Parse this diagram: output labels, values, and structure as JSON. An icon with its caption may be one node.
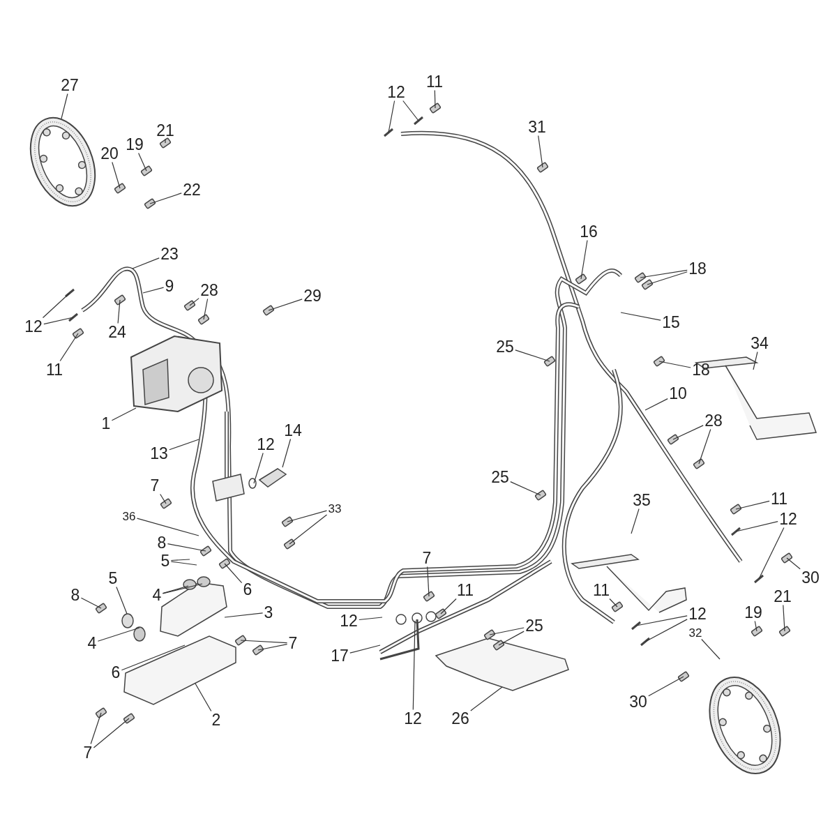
{
  "diagram": {
    "nodes": [
      {
        "text": [
          "27"
        ]
      },
      {
        "text": [
          "21"
        ]
      },
      {
        "text": [
          "20"
        ]
      },
      {
        "text": [
          "19"
        ]
      },
      {
        "text": [
          "22"
        ]
      },
      {
        "text": [
          "23"
        ]
      },
      {
        "text": [
          "9"
        ]
      },
      {
        "text": [
          "28"
        ]
      },
      {
        "text": [
          "29"
        ]
      },
      {
        "text": [
          "12"
        ]
      },
      {
        "text": [
          "24"
        ]
      },
      {
        "text": [
          "11"
        ]
      },
      {
        "text": [
          "12"
        ]
      },
      {
        "text": [
          "11"
        ]
      },
      {
        "text": [
          "31"
        ]
      },
      {
        "text": [
          "16"
        ]
      },
      {
        "text": [
          "18"
        ]
      },
      {
        "text": [
          "15"
        ]
      },
      {
        "text": [
          "25"
        ]
      },
      {
        "text": [
          "18"
        ]
      },
      {
        "text": [
          "34"
        ]
      },
      {
        "text": [
          "1"
        ]
      },
      {
        "text": [
          "13"
        ]
      },
      {
        "text": [
          "10"
        ]
      },
      {
        "text": [
          "28"
        ]
      },
      {
        "text": [
          "12"
        ]
      },
      {
        "text": [
          "14"
        ]
      },
      {
        "text": [
          "25"
        ]
      },
      {
        "text": [
          "7"
        ]
      },
      {
        "text": [
          "33"
        ]
      },
      {
        "text": [
          "36"
        ]
      },
      {
        "text": [
          "8"
        ]
      },
      {
        "text": [
          "5"
        ]
      },
      {
        "text": [
          "11"
        ]
      },
      {
        "text": [
          "12"
        ]
      },
      {
        "text": [
          "35"
        ]
      },
      {
        "text": [
          "4"
        ]
      },
      {
        "text": [
          "6"
        ]
      },
      {
        "text": [
          "5"
        ]
      },
      {
        "text": [
          "8"
        ]
      },
      {
        "text": [
          "3"
        ]
      },
      {
        "text": [
          "30"
        ]
      },
      {
        "text": [
          "7"
        ]
      },
      {
        "text": [
          "4"
        ]
      },
      {
        "text": [
          "7"
        ]
      },
      {
        "text": [
          "11"
        ]
      },
      {
        "text": [
          "12"
        ]
      },
      {
        "text": [
          "6"
        ]
      },
      {
        "text": [
          "17"
        ]
      },
      {
        "text": [
          "11"
        ]
      },
      {
        "text": [
          "12"
        ]
      },
      {
        "text": [
          "25"
        ]
      },
      {
        "text": [
          "19"
        ]
      },
      {
        "text": [
          "21"
        ]
      },
      {
        "text": [
          "32"
        ]
      },
      {
        "text": [
          "12"
        ]
      },
      {
        "text": [
          "2"
        ]
      },
      {
        "text": [
          "26"
        ]
      },
      {
        "text": [
          "30"
        ]
      },
      {
        "text": [
          "7"
        ]
      }
    ],
    "edges": [
      {
        "from": 0,
        "to": null,
        "arrow": "none"
      },
      {
        "from": 1,
        "to": null,
        "arrow": "none"
      },
      {
        "from": 2,
        "to": null,
        "arrow": "none"
      },
      {
        "from": 3,
        "to": null,
        "arrow": "none"
      },
      {
        "from": 4,
        "to": null,
        "arrow": "none"
      },
      {
        "from": 5,
        "to": null,
        "arrow": "none"
      },
      {
        "from": 6,
        "to": null,
        "arrow": "none"
      },
      {
        "from": 7,
        "to": null,
        "arrow": "none"
      },
      {
        "from": 7,
        "to": null,
        "arrow": "none"
      },
      {
        "from": 8,
        "to": null,
        "arrow": "none"
      },
      {
        "from": 9,
        "to": null,
        "arrow": "none"
      },
      {
        "from": 9,
        "to": null,
        "arrow": "none"
      },
      {
        "from": 10,
        "to": null,
        "arrow": "none"
      },
      {
        "from": 11,
        "to": null,
        "arrow": "none"
      },
      {
        "from": 12,
        "to": null,
        "arrow": "none"
      },
      {
        "from": 12,
        "to": null,
        "arrow": "none"
      },
      {
        "from": 13,
        "to": null,
        "arrow": "none"
      },
      {
        "from": 14,
        "to": null,
        "arrow": "none"
      },
      {
        "from": 15,
        "to": null,
        "arrow": "none"
      },
      {
        "from": 16,
        "to": null,
        "arrow": "none"
      },
      {
        "from": 16,
        "to": null,
        "arrow": "none"
      },
      {
        "from": 17,
        "to": null,
        "arrow": "none"
      },
      {
        "from": 18,
        "to": null,
        "arrow": "none"
      },
      {
        "from": 19,
        "to": null,
        "arrow": "none"
      },
      {
        "from": 20,
        "to": null,
        "arrow": "none"
      },
      {
        "from": 21,
        "to": null,
        "arrow": "none"
      },
      {
        "from": 22,
        "to": null,
        "arrow": "none"
      },
      {
        "from": 23,
        "to": null,
        "arrow": "none"
      },
      {
        "from": 24,
        "to": null,
        "arrow": "none"
      },
      {
        "from": 24,
        "to": null,
        "arrow": "none"
      },
      {
        "from": 25,
        "to": null,
        "arrow": "none"
      },
      {
        "from": 26,
        "to": null,
        "arrow": "none"
      },
      {
        "from": 27,
        "to": null,
        "arrow": "none"
      },
      {
        "from": 28,
        "to": null,
        "arrow": "none"
      },
      {
        "from": 29,
        "to": null,
        "arrow": "none"
      },
      {
        "from": 29,
        "to": null,
        "arrow": "none"
      },
      {
        "from": 30,
        "to": null,
        "arrow": "none"
      },
      {
        "from": 31,
        "to": null,
        "arrow": "none"
      },
      {
        "from": 32,
        "to": null,
        "arrow": "none"
      },
      {
        "from": 32,
        "to": null,
        "arrow": "none"
      },
      {
        "from": 33,
        "to": null,
        "arrow": "none"
      },
      {
        "from": 34,
        "to": null,
        "arrow": "none"
      },
      {
        "from": 34,
        "to": null,
        "arrow": "none"
      },
      {
        "from": 35,
        "to": null,
        "arrow": "none"
      },
      {
        "from": 36,
        "to": null,
        "arrow": "none"
      },
      {
        "from": 36,
        "to": null,
        "arrow": "none"
      },
      {
        "from": 37,
        "to": null,
        "arrow": "none"
      },
      {
        "from": 38,
        "to": null,
        "arrow": "none"
      },
      {
        "from": 39,
        "to": null,
        "arrow": "none"
      },
      {
        "from": 40,
        "to": null,
        "arrow": "none"
      },
      {
        "from": 41,
        "to": null,
        "arrow": "none"
      },
      {
        "from": 42,
        "to": null,
        "arrow": "none"
      },
      {
        "from": 42,
        "to": null,
        "arrow": "none"
      },
      {
        "from": 43,
        "to": null,
        "arrow": "none"
      },
      {
        "from": 44,
        "to": null,
        "arrow": "none"
      },
      {
        "from": 45,
        "to": null,
        "arrow": "none"
      },
      {
        "from": 46,
        "to": null,
        "arrow": "none"
      },
      {
        "from": 47,
        "to": null,
        "arrow": "none"
      },
      {
        "from": 48,
        "to": null,
        "arrow": "none"
      },
      {
        "from": 49,
        "to": null,
        "arrow": "none"
      },
      {
        "from": 50,
        "to": null,
        "arrow": "none"
      },
      {
        "from": 50,
        "to": null,
        "arrow": "none"
      },
      {
        "from": 51,
        "to": null,
        "arrow": "none"
      },
      {
        "from": 51,
        "to": null,
        "arrow": "none"
      },
      {
        "from": 52,
        "to": null,
        "arrow": "none"
      },
      {
        "from": 53,
        "to": null,
        "arrow": "none"
      },
      {
        "from": 54,
        "to": null,
        "arrow": "none"
      },
      {
        "from": 55,
        "to": null,
        "arrow": "none"
      },
      {
        "from": 56,
        "to": null,
        "arrow": "none"
      },
      {
        "from": 57,
        "to": null,
        "arrow": "none"
      },
      {
        "from": 58,
        "to": null,
        "arrow": "none"
      },
      {
        "from": 59,
        "to": null,
        "arrow": "none"
      },
      {
        "from": 59,
        "to": null,
        "arrow": "none"
      }
    ]
  }
}
